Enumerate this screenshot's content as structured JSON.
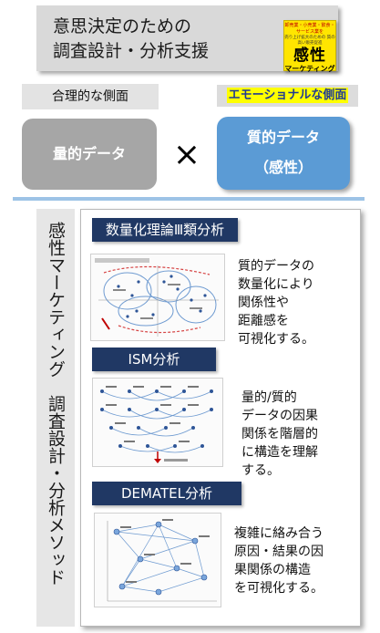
{
  "header": {
    "title": "意思決定のための\n調査設計・分析支援",
    "book": {
      "top": "卸売業・小売業・飲食・サービス業を",
      "sub": "売り上げ拡大のための 質の高い販売促進",
      "main": "感性",
      "foot": "マーケティング"
    }
  },
  "comparison": {
    "left_label": "合理的な側面",
    "right_label": "エモーショナルな側面",
    "left_box": "量的データ",
    "operator": "×",
    "right_box_line1": "質的データ",
    "right_box_line2": "（感性）"
  },
  "sidebar": {
    "vertical_title": "感性マーケティング　調査設計・分析メソッド"
  },
  "methods": [
    {
      "title": "数量化理論Ⅲ類分析",
      "description": "質的データの\n数量化により\n関係性や\n距離感を\n可視化する。"
    },
    {
      "title": "ISM分析",
      "description": "量的/質的\nデータの因果\n関係を階層的\nに構造を理解\nする。"
    },
    {
      "title": "DEMATEL分析",
      "description": "複雑に絡み合う\n原因・結果の因\n果関係の構造\nを可視化する。"
    }
  ],
  "colors": {
    "header_bg": "#d9d9d9",
    "quant_box": "#a6a6a6",
    "qual_box": "#5b9bd5",
    "method_header": "#203864",
    "highlight": "#ffff00",
    "divider": "#9dc3e6"
  }
}
